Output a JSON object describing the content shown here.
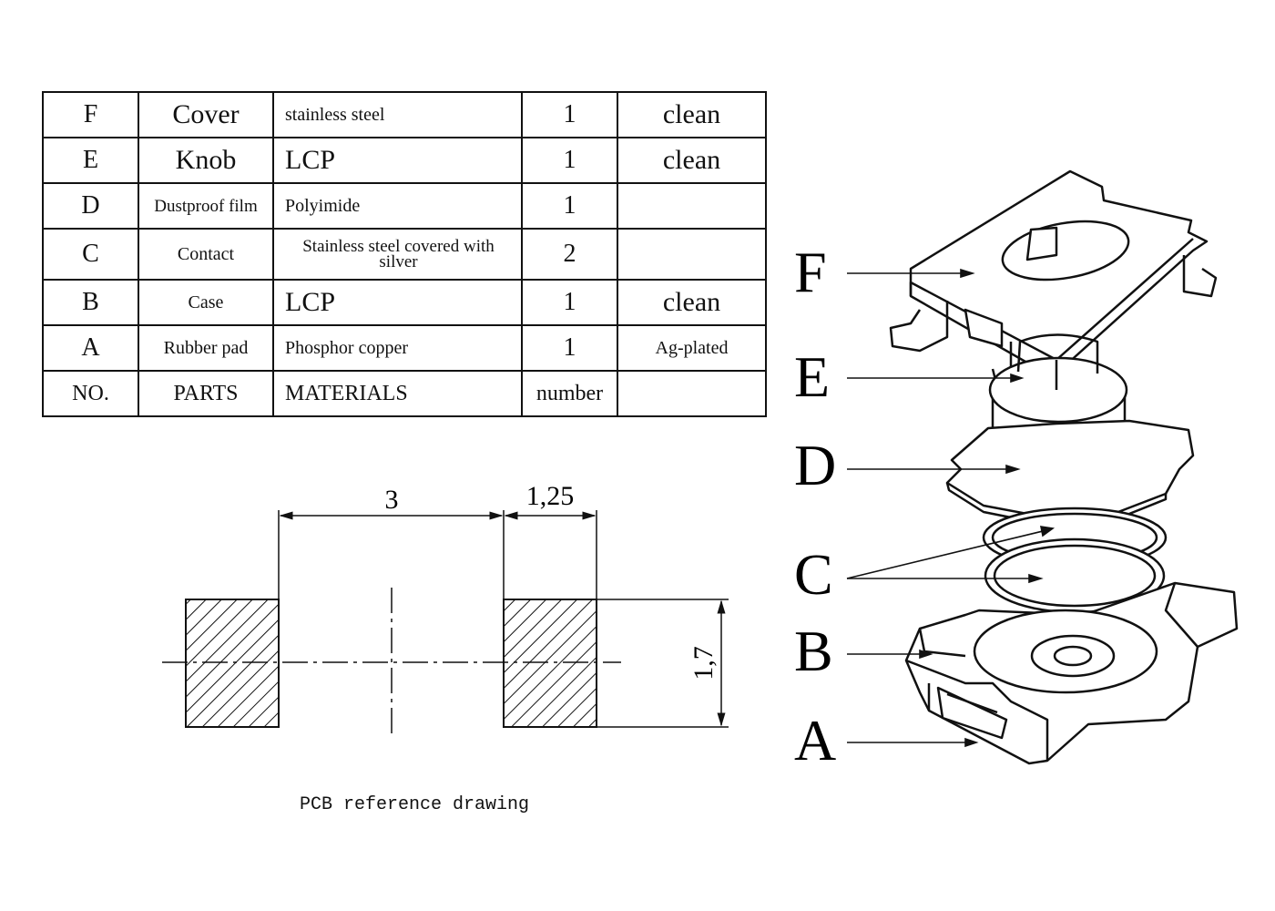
{
  "bom": {
    "rows": [
      {
        "no": "F",
        "part": "Cover",
        "material": "stainless steel",
        "number": "1",
        "note": "clean"
      },
      {
        "no": "E",
        "part": "Knob",
        "material": "LCP",
        "number": "1",
        "note": "clean"
      },
      {
        "no": "D",
        "part": "Dustproof film",
        "material": "Polyimide",
        "number": "1",
        "note": ""
      },
      {
        "no": "C",
        "part": "Contact",
        "material": "Stainless steel covered with silver",
        "number": "2",
        "note": ""
      },
      {
        "no": "B",
        "part": "Case",
        "material": "LCP",
        "number": "1",
        "note": "clean"
      },
      {
        "no": "A",
        "part": "Rubber pad",
        "material": "Phosphor copper",
        "number": "1",
        "note": "Ag-plated"
      }
    ],
    "header": {
      "no": "NO.",
      "part": "PARTS",
      "material": "MATERIALS",
      "number": "number",
      "note": ""
    }
  },
  "pcb": {
    "dim_spacing": "3",
    "dim_pad_width": "1,25",
    "dim_pad_height": "1,7",
    "caption": "PCB reference drawing"
  },
  "exploded_labels": [
    "F",
    "E",
    "D",
    "C",
    "B",
    "A"
  ]
}
